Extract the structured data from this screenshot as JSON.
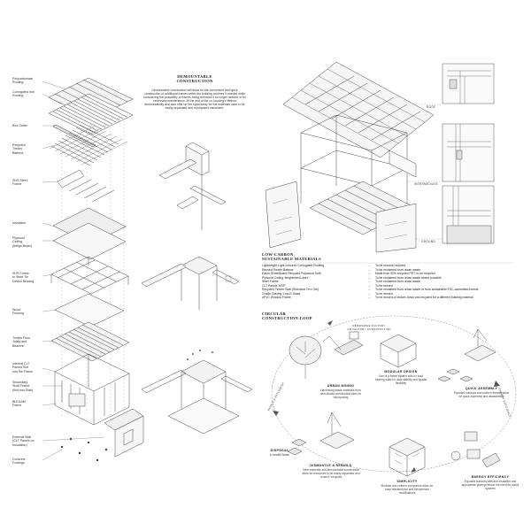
{
  "left_labels": [
    "Polycarbonate\nRoofing",
    "Corrugated Iron\nRoofing",
    "Box Gutter",
    "Recycled\nTimber\nBattens",
    "SHS Steel\nFrame",
    "Insulation",
    "Plywood\nCeiling\n(Ifeligh Beam)",
    "SHS Frame\nto Steel Tie\nDevice Bracing",
    "Wood\nFlooring",
    "Timber Floor\nJoists and\nBearers",
    "Internal CLT\nPanels Slot\ninto the Frame",
    "Secondary\nShell Frame\n(tied into Slab)",
    "BLEUAM\nFrame",
    "External Wall\n(CLT Panels on\nInsulation)",
    "Concrete\nFootings"
  ],
  "demountable": {
    "title": "DEMOUNTABLE\nCONSTRUCTION",
    "text": "Demountable construction will allow for the convenient and quick construction of additional frames within the building confines if needed while considering the possibility of frames being removed if no longer needed or for necessary maintenance. At the end of the co-housing's lifetime demountability and also offer up the opportunity for the materials used to be easily separated and repurposed elsewhere."
  },
  "right_tags": [
    "ROOF",
    "INTERMEDIATE",
    "GROUND"
  ],
  "low_carbon": {
    "title": "LOW-CARBON,\nSUSTAINABLE MATERIALS",
    "rows": [
      {
        "m": "Lightweight Light coloured Corrugated Roofing",
        "d": "To be reused/ recycled"
      },
      {
        "m": "Reused Timber Battens",
        "d": "To be reclaimed from urban waste"
      },
      {
        "m": "Eaton GreenBoard Recycled Polywood Sofit",
        "d": "Made from 50% recycled PET, to be recycled"
      },
      {
        "m": "Plywood Ceiling 'lenghtened Layer'",
        "d": "To be reclaimed from urban waste where possible"
      },
      {
        "m": "Steel Frame",
        "d": "To be reclaimed from urban waste"
      },
      {
        "m": "CLT Panels 'NSP'",
        "d": "To be reused"
      },
      {
        "m": "Recycled Timber Slab (Standard 7m x 3m)",
        "d": "To be reclaimed from urban waste or from sustainable FSC-accredited forests"
      },
      {
        "m": "Cradle Glazing 'Low-E Glass'",
        "d": "To be reused"
      },
      {
        "m": "uPVC Window Frame",
        "d": "To be reused or broken down and recycled for a different building material"
      }
    ]
  },
  "circular": {
    "title": "CIRCULAR\nCONSTRUCTION LOOP",
    "arc_top": "REMOVABLE FACTORY\nOR FACTORY CONSTRUCTION",
    "arc_left": "RETAIN & REFURBISH",
    "arc_right": "ENERGY EFFICIENCY",
    "nodes": [
      {
        "t": "URBAN MINING",
        "d": "Harvesting waste materials from demolished construction sites for repurposing"
      },
      {
        "t": "MODULAR DESIGN",
        "d": "Use of a frame system with no load bearing walls for data stability and spatial flexibility"
      },
      {
        "t": "QUICK ASSEMBLY",
        "d": "Exposed surfaces and uniform fixtures allow for quick assembly and disassembly"
      },
      {
        "t": "ENERGY EFFICIENCY",
        "d": "Exposed surfaces effective insulation and appropriate glazing reduce the need for active systems"
      },
      {
        "t": "SIMPLICITY",
        "d": "Modular and uniform component allow for easy maintenance and inexpensive modifications"
      },
      {
        "t": "DISMANTLE & REBUILD",
        "d": "View materials and demountable construction allow for resources to be easily separated and reused / recycled"
      },
      {
        "t": "DISPOSAL",
        "d": "to landfill Waste"
      }
    ]
  }
}
